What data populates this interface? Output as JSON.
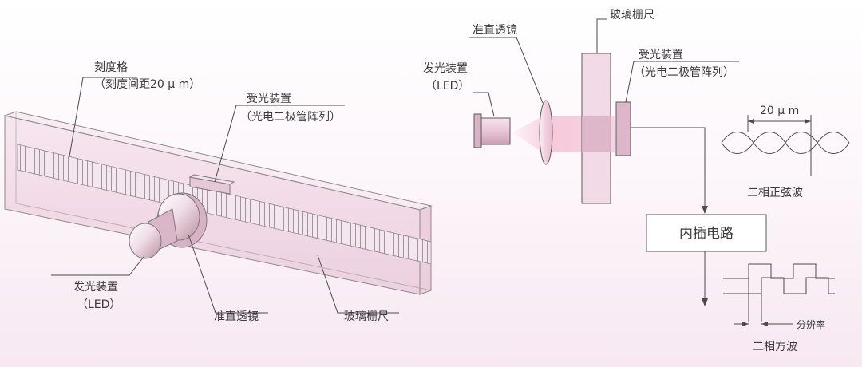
{
  "left": {
    "scale_grid_label": "刻度格",
    "scale_grid_sub": "（刻度间距20 μ m）",
    "receiver_label": "受光装置",
    "receiver_sub": "（光电二极管阵列）",
    "emitter_label": "发光装置",
    "emitter_sub": "（LED）",
    "lens_label": "准直透镜",
    "glass_scale_label": "玻璃栅尺"
  },
  "right": {
    "lens_label": "准直透镜",
    "glass_scale_label": "玻璃栅尺",
    "emitter_label": "发光装置",
    "emitter_sub": "（LED）",
    "receiver_label": "受光装置",
    "receiver_sub": "（光电二极管阵列）",
    "period_label": "20 μ m",
    "sine_label": "二相正弦波",
    "circuit_label": "内插电路",
    "resolution_label": "分辨率",
    "square_label": "二相方波"
  },
  "colors": {
    "glass": "#f3dce8",
    "beam": "#f4c2d6",
    "component": "#e2bcd0",
    "line": "#4a4a4a"
  }
}
